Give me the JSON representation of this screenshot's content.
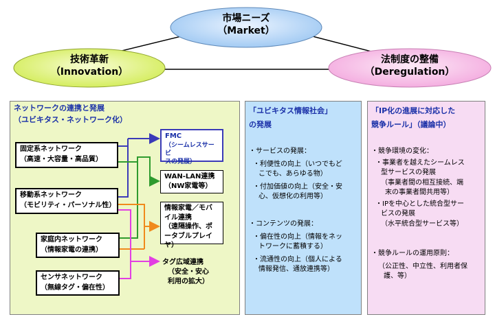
{
  "market": {
    "title": "市場ニーズ",
    "subtitle": "（Market）"
  },
  "innovation": {
    "title": "技術革新",
    "subtitle": "（Innovation）"
  },
  "deregulation": {
    "title": "法制度の整備",
    "subtitle": "（Deregulation）"
  },
  "network_panel": {
    "heading_1": "ネットワークの連携と発展",
    "heading_2": "（ユビキタス・ネットワーク化）",
    "sources": [
      {
        "line1": "固定系ネットワーク",
        "line2": "（高速・大容量・高品質）"
      },
      {
        "line1": "移動系ネットワーク",
        "line2": "（モビリティ・パーソナル性）"
      },
      {
        "line1": "家庭内ネットワーク",
        "line2": "（情報家電の連携）"
      },
      {
        "line1": "センサネットワーク",
        "line2": "（無線タグ・偏在性）"
      }
    ],
    "targets": [
      {
        "lines": [
          "FMC",
          "（シームレスサービ",
          "スの発展）"
        ]
      },
      {
        "lines": [
          "WAN-LAN連携",
          "（NW家電等）"
        ]
      },
      {
        "lines": [
          "情報家電／モバ",
          "イル連携",
          "（遠隔操作、ポ",
          "ータブルプレイヤ）"
        ]
      },
      {
        "lines": [
          "タグ広域連携",
          "（安全・安心",
          "利用の拡大）"
        ]
      }
    ],
    "colors": {
      "fmc": "#3a3ab8",
      "wan_lan": "#2e9b2e",
      "mobile": "#f08a1c",
      "tag": "#e23ee2"
    }
  },
  "ubiquitous_panel": {
    "heading_1": "「ユビキタス情報社会」",
    "heading_2": "の発展",
    "service_head": "・サービスの発展：",
    "service_items": [
      {
        "l1": "・利便性の向上（いつでもど",
        "l2": "こでも、あらゆる物）"
      },
      {
        "l1": "・付加価値の向上（安全・安",
        "l2": "心、仮想化の利用等）"
      }
    ],
    "content_head": "・コンテンツの発展：",
    "content_items": [
      {
        "l1": "・偏在性の向上（情報をネッ",
        "l2": "トワークに蓄積する）"
      },
      {
        "l1": "・流通性の向上（個人による",
        "l2": "情報発信、通放連携等）"
      }
    ]
  },
  "ip_panel": {
    "heading_1": "「IP化の進展に対応した",
    "heading_2": "競争ルール」（議論中）",
    "env_head": "・競争環境の変化：",
    "env_item1": [
      "・事業者を越えたシームレス",
      "型サービスの発展",
      "（事業者間の相互接続、端",
      "末の事業者間共用等）"
    ],
    "env_item2": [
      "・IPを中心とした統合型サー",
      "ビスの発展",
      "（水平統合型サービス等）"
    ],
    "rule_head": "・競争ルールの運用原則：",
    "rule_lines": [
      "（公正性、中立性、利用者保",
      "護、等）"
    ]
  }
}
